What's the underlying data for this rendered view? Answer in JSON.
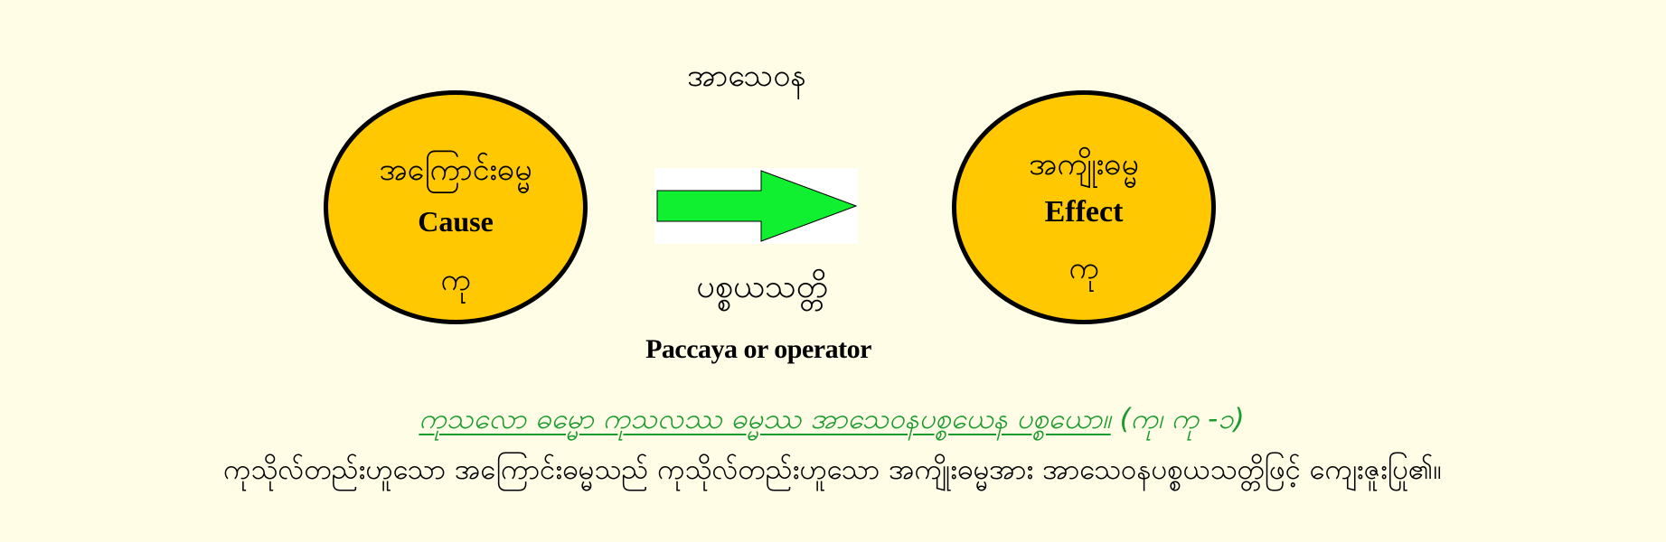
{
  "diagram": {
    "condition_title": "အာသေဝန",
    "cause": {
      "myanmar": "အကြောင်းဓမ္မ",
      "english": "Cause",
      "kusala": "ကု"
    },
    "effect": {
      "myanmar": "အကျိုးဓမ္မ",
      "english": "Effect",
      "kusala": "ကု"
    },
    "operator": {
      "myanmar": "ပစ္စယသတ္တိ",
      "english": "Paccaya or operator"
    },
    "pali_quote": {
      "text": "ကုသလော ဓမ္မော ကုသလဿ ဓမ္မဿ အာသေဝနပစ္စယေန ပစ္စယော။",
      "reference": " (ကု၊ ကု -၁)"
    },
    "translation": "ကုသိုလ်တည်းဟူသော အကြောင်းဓမ္မသည် ကုသိုလ်တည်းဟူသော အကျိုးဓမ္မအား အာသေဝနပစ္စယသတ္တိဖြင့် ကျေးဇူးပြု၏။",
    "colors": {
      "background": "#FFFDE6",
      "circle_fill": "#FFC800",
      "circle_border": "#000000",
      "arrow_fill": "#10F030",
      "quote_text": "#1B9A2E"
    }
  }
}
